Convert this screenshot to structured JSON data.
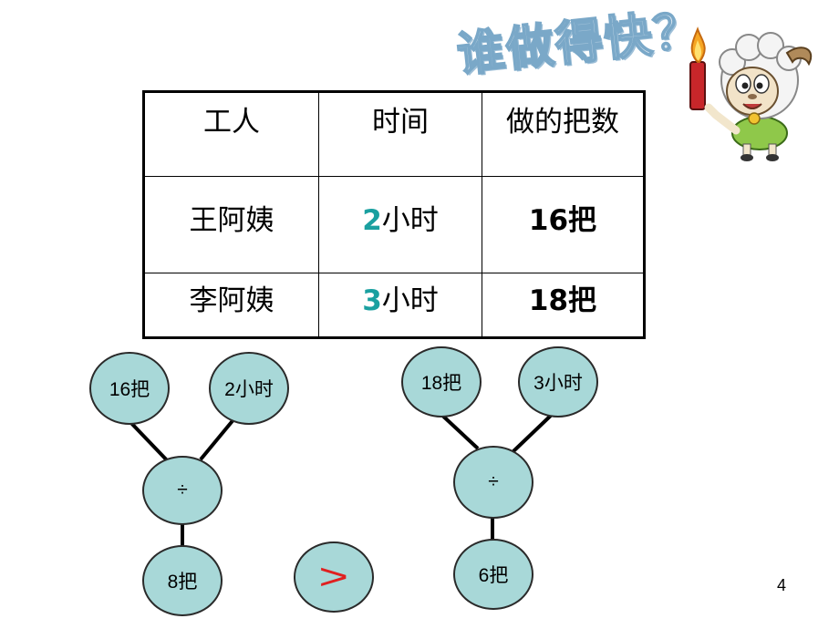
{
  "title": "谁做得快？",
  "table": {
    "headers": [
      "工人",
      "时间",
      "做的把数"
    ],
    "rows": [
      {
        "worker": "王阿姨",
        "time_num": "2",
        "time_unit": "小时",
        "count": "16把"
      },
      {
        "worker": "李阿姨",
        "time_num": "3",
        "time_unit": "小时",
        "count": "18把"
      }
    ]
  },
  "diagram_left": {
    "dividend": "16把",
    "divisor": "2小时",
    "operator": "÷",
    "result": "8把"
  },
  "diagram_right": {
    "dividend": "18把",
    "divisor": "3小时",
    "operator": "÷",
    "result": "6把"
  },
  "comparison": ">",
  "page_number": "4",
  "colors": {
    "node_fill": "#a8d8d8",
    "time_number": "#1aa0a0",
    "comparison_sign": "#e02020",
    "title": "#7aa8c8"
  }
}
